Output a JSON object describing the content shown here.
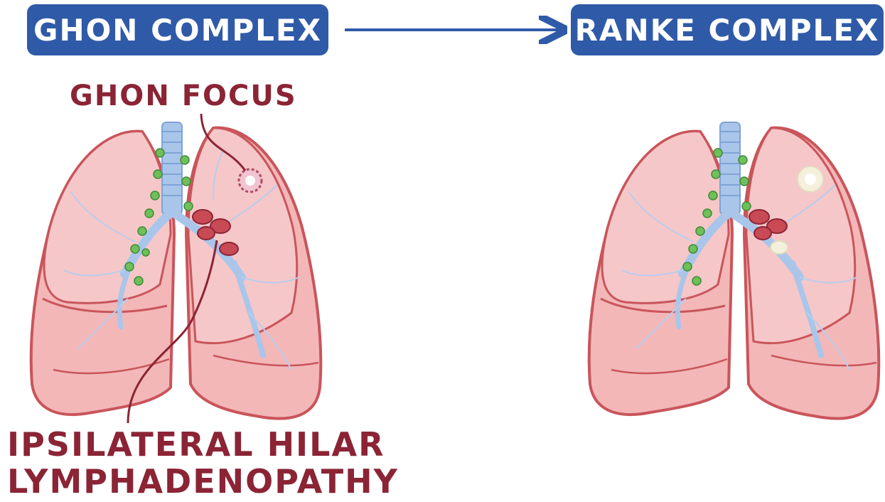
{
  "header": {
    "left_title": "GHON COMPLEX",
    "right_title": "RANKE COMPLEX"
  },
  "labels": {
    "ghon_focus": "GHON FOCUS",
    "lymph_line1": "IPSILATERAL HILAR",
    "lymph_line2": "LYMPHADENOPATHY"
  },
  "colors": {
    "pill_blue": "#2f5aa8",
    "label_red": "#8b2435",
    "lung_fill": "#f3b7b8",
    "lung_outline": "#c9555b",
    "lymph_node": "#c84a55",
    "trachea": "#a9c6ea",
    "lymphatics_green": "#6fbf5a",
    "calcified_node": "#f4f0dc"
  }
}
